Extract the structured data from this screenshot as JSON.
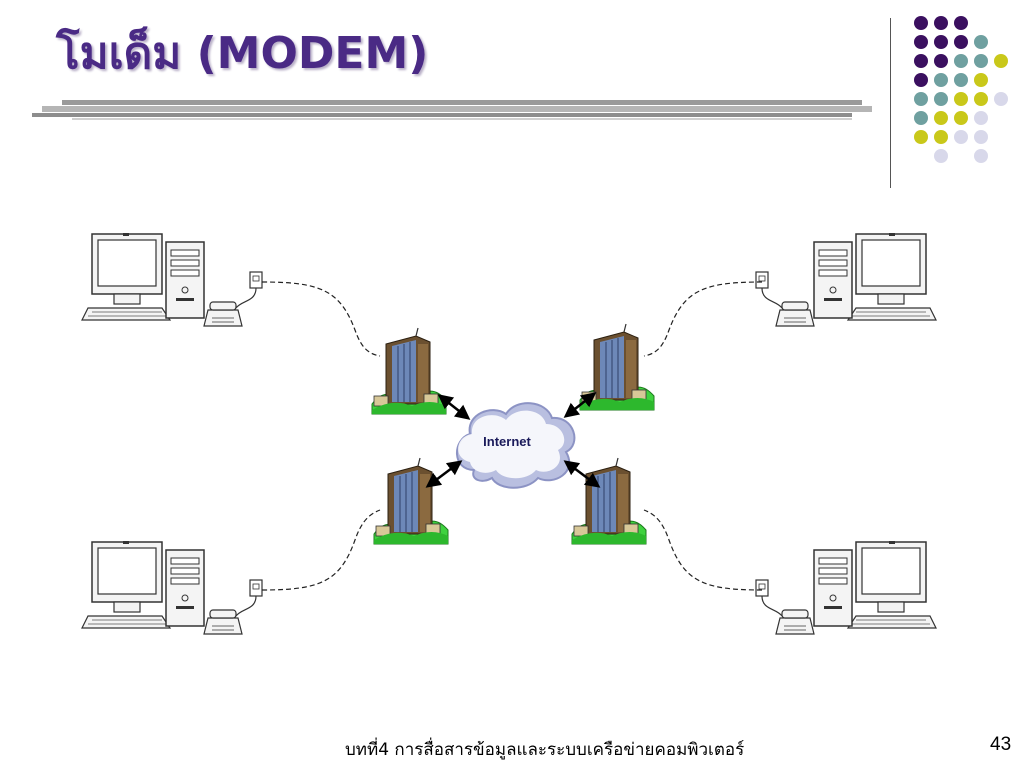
{
  "slide": {
    "title": "โมเด็ม (MODEM)",
    "footer": "บทที่4 การสื่อสารข้อมูลและระบบเครือข่ายคอมพิวเตอร์",
    "page_number": "43"
  },
  "diagram": {
    "center_label": "Internet",
    "nodes": [
      "computer-top-left",
      "computer-top-right",
      "computer-bottom-left",
      "computer-bottom-right"
    ],
    "buildings": [
      "building-top-left",
      "building-top-right",
      "building-bottom-left",
      "building-bottom-right"
    ]
  },
  "theme": {
    "title_color": "#4a2a85",
    "dot_purple": "#3b1060",
    "dot_teal": "#6fa0a0",
    "dot_yellow": "#c9c81a",
    "dot_lavender": "#d8d8ea"
  }
}
